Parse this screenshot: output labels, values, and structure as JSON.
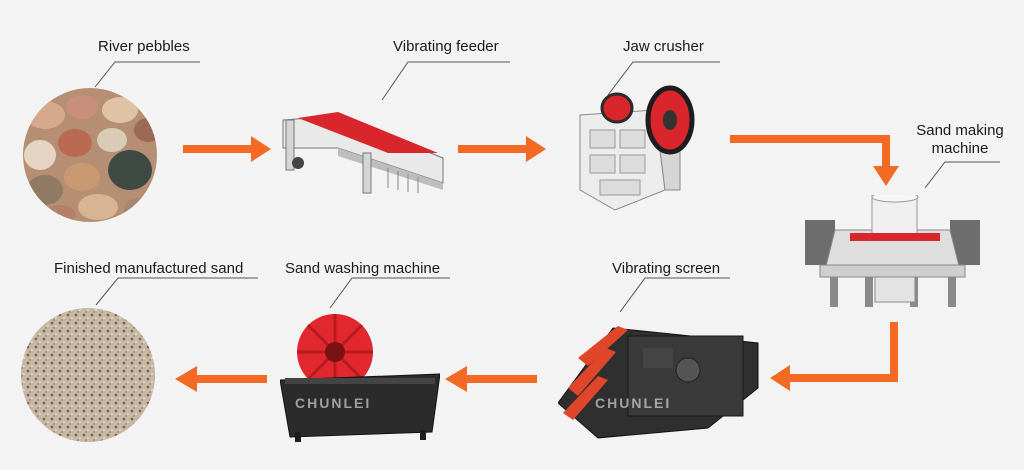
{
  "labels": {
    "river_pebbles": "River pebbles",
    "vibrating_feeder": "Vibrating feeder",
    "jaw_crusher": "Jaw crusher",
    "sand_making_line1": "Sand making",
    "sand_making_line2": "machine",
    "finished_sand": "Finished manufactured sand",
    "sand_washing": "Sand washing machine",
    "vibrating_screen": "Vibrating screen"
  },
  "watermark": "CHUNLEI",
  "colors": {
    "arrow": "#f26a24",
    "background": "#f3f3f3",
    "machine_red": "#d8262c",
    "machine_dark": "#2b2b2b",
    "machine_white": "#e9e9e9"
  },
  "icons": {
    "river_pebbles": "pebbles-photo-icon",
    "vibrating_feeder": "vibrating-feeder-icon",
    "jaw_crusher": "jaw-crusher-icon",
    "sand_making": "sand-making-machine-icon",
    "vibrating_screen": "vibrating-screen-icon",
    "sand_washing": "sand-washing-machine-icon",
    "finished_sand": "sand-photo-icon"
  }
}
